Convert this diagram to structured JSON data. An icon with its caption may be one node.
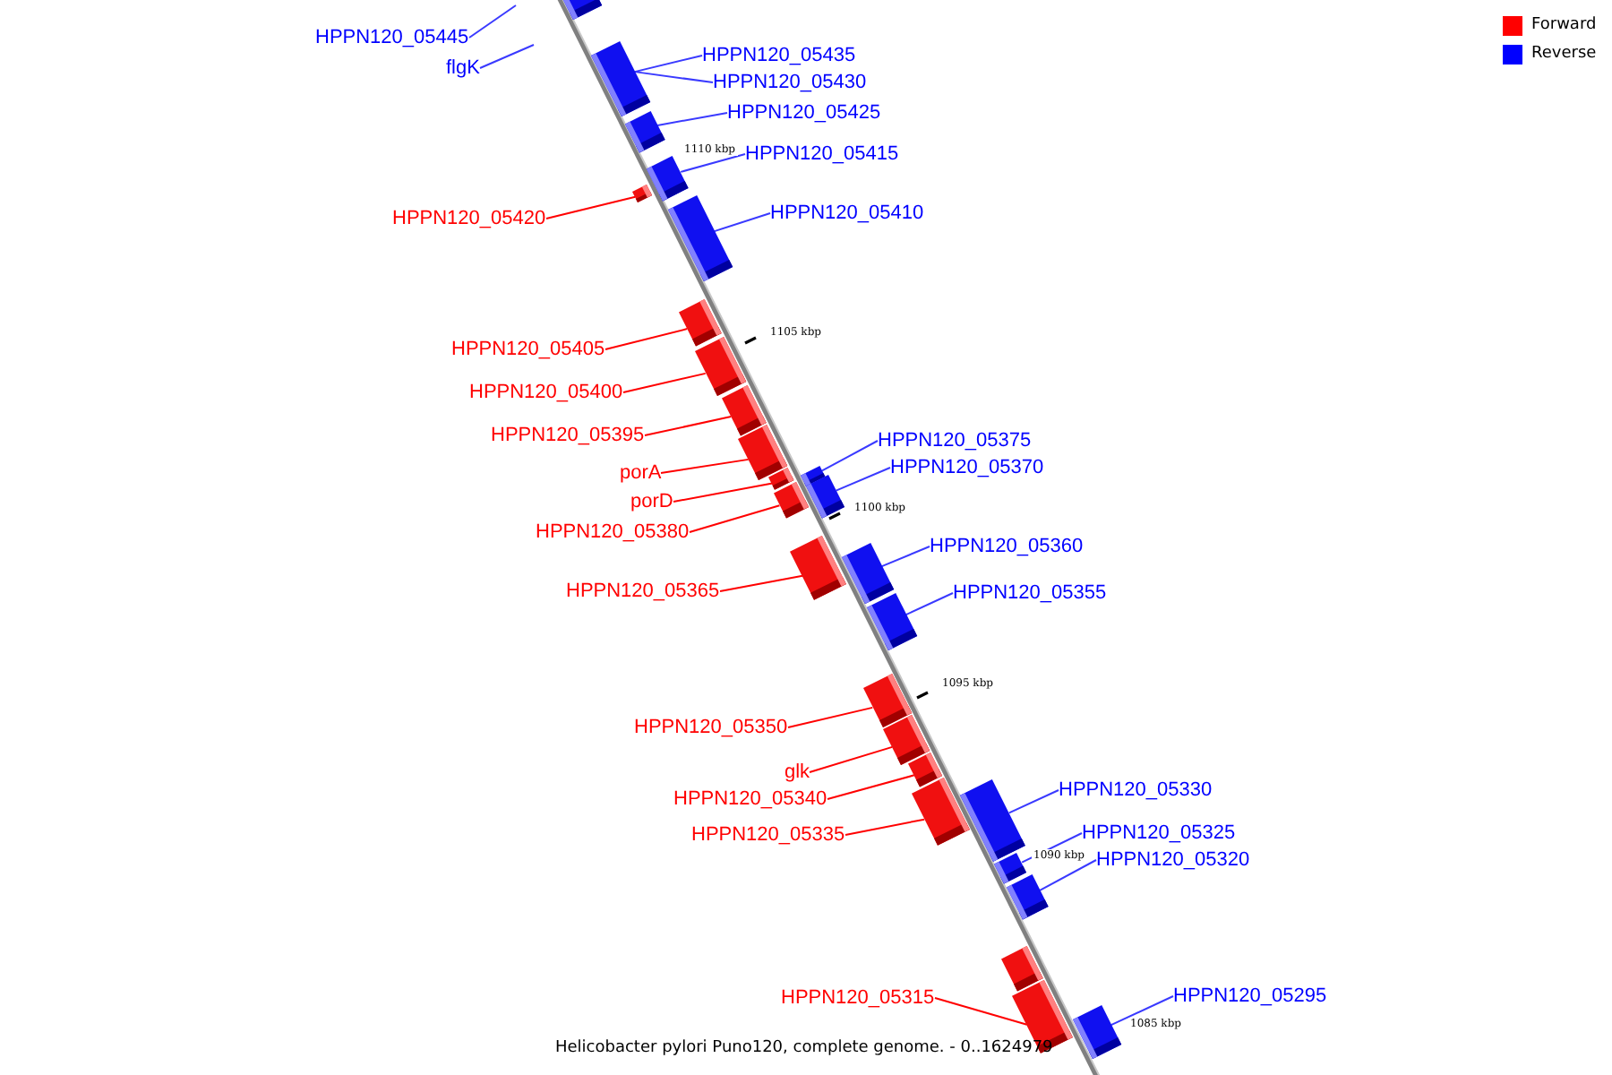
{
  "diagram": {
    "caption": "Helicobacter pylori Puno120, complete genome. - 0..1624979",
    "nodes": [
      {
        "text": [
          "HPPN120_05445"
        ]
      },
      {
        "text": [
          "flgK"
        ]
      },
      {
        "text": [
          "HPPN120_05435"
        ]
      },
      {
        "text": [
          "HPPN120_05430"
        ]
      },
      {
        "text": [
          "HPPN120_05425"
        ]
      },
      {
        "text": [
          "HPPN120_05415"
        ]
      },
      {
        "text": [
          "HPPN120_05420"
        ]
      },
      {
        "text": [
          "HPPN120_05410"
        ]
      },
      {
        "text": [
          "HPPN120_05405"
        ]
      },
      {
        "text": [
          "HPPN120_05400"
        ]
      },
      {
        "text": [
          "HPPN120_05395"
        ]
      },
      {
        "text": [
          "HPPN120_05375"
        ]
      },
      {
        "text": [
          "HPPN120_05370"
        ]
      },
      {
        "text": [
          "porA"
        ]
      },
      {
        "text": [
          "porD"
        ]
      },
      {
        "text": [
          "HPPN120_05380"
        ]
      },
      {
        "text": [
          "HPPN120_05360"
        ]
      },
      {
        "text": [
          "HPPN120_05365"
        ]
      },
      {
        "text": [
          "HPPN120_05355"
        ]
      },
      {
        "text": [
          "HPPN120_05350"
        ]
      },
      {
        "text": [
          "glk"
        ]
      },
      {
        "text": [
          "HPPN120_05330"
        ]
      },
      {
        "text": [
          "HPPN120_05340"
        ]
      },
      {
        "text": [
          "HPPN120_05335"
        ]
      },
      {
        "text": [
          "HPPN120_05325"
        ]
      },
      {
        "text": [
          "HPPN120_05320"
        ]
      },
      {
        "text": [
          "HPPN120_05295"
        ]
      },
      {
        "text": [
          "HPPN120_05315"
        ]
      },
      {
        "text": [],
        "shape": "bar"
      },
      {
        "text": [],
        "shape": "bar"
      },
      {
        "text": [],
        "shape": "bar"
      },
      {
        "text": [],
        "shape": "bar"
      },
      {
        "text": [],
        "shape": "bar"
      },
      {
        "text": [],
        "shape": "bar"
      },
      {
        "text": [],
        "shape": "bar"
      },
      {
        "text": [],
        "shape": "bar"
      },
      {
        "text": [],
        "shape": "bar"
      },
      {
        "text": [],
        "shape": "bar"
      },
      {
        "text": [],
        "shape": "bar"
      },
      {
        "text": [],
        "shape": "bar"
      },
      {
        "text": [],
        "shape": "bar"
      },
      {
        "text": [],
        "shape": "bar"
      },
      {
        "text": [],
        "shape": "bar"
      },
      {
        "text": [],
        "shape": "bar"
      },
      {
        "text": [],
        "shape": "bar"
      },
      {
        "text": [],
        "shape": "bar"
      },
      {
        "text": [],
        "shape": "bar"
      },
      {
        "text": [],
        "shape": "bar"
      },
      {
        "text": [],
        "shape": "bar"
      },
      {
        "text": [],
        "shape": "bar"
      },
      {
        "text": [],
        "shape": "bar"
      },
      {
        "text": [],
        "shape": "bar"
      },
      {
        "text": [],
        "shape": "bar"
      },
      {
        "text": [],
        "shape": "bar"
      },
      {
        "text": [],
        "shape": "bar"
      }
    ],
    "edges": [
      {
        "from": 0,
        "to": null,
        "arrow": "none"
      },
      {
        "from": 1,
        "to": null,
        "arrow": "none"
      },
      {
        "from": 2,
        "to": 29,
        "arrow": "none"
      },
      {
        "from": 3,
        "to": 29,
        "arrow": "none"
      },
      {
        "from": 4,
        "to": 30,
        "arrow": "none"
      },
      {
        "from": 5,
        "to": 31,
        "arrow": "none"
      },
      {
        "from": 6,
        "to": 32,
        "arrow": "none",
        "color": "#ff0000"
      },
      {
        "from": 7,
        "to": 33,
        "arrow": "none"
      },
      {
        "from": 8,
        "to": 34,
        "arrow": "none",
        "color": "#ff0000"
      },
      {
        "from": 9,
        "to": 35,
        "arrow": "none",
        "color": "#ff0000"
      },
      {
        "from": 10,
        "to": 36,
        "arrow": "none",
        "color": "#ff0000"
      },
      {
        "from": 11,
        "to": 39,
        "arrow": "none"
      },
      {
        "from": 12,
        "to": 41,
        "arrow": "none"
      },
      {
        "from": 13,
        "to": 37,
        "arrow": "none",
        "color": "#ff0000"
      },
      {
        "from": 14,
        "to": 38,
        "arrow": "none",
        "color": "#ff0000"
      },
      {
        "from": 15,
        "to": 40,
        "arrow": "none",
        "color": "#ff0000"
      },
      {
        "from": 16,
        "to": 43,
        "arrow": "none"
      },
      {
        "from": 17,
        "to": 42,
        "arrow": "none",
        "color": "#ff0000"
      },
      {
        "from": 18,
        "to": 44,
        "arrow": "none"
      },
      {
        "from": 19,
        "to": 45,
        "arrow": "none",
        "color": "#ff0000"
      },
      {
        "from": 20,
        "to": 46,
        "arrow": "none",
        "color": "#ff0000"
      },
      {
        "from": 21,
        "to": 49,
        "arrow": "none"
      },
      {
        "from": 22,
        "to": 47,
        "arrow": "none",
        "color": "#ff0000"
      },
      {
        "from": 23,
        "to": 48,
        "arrow": "none",
        "color": "#ff0000"
      },
      {
        "from": 24,
        "to": 50,
        "arrow": "none"
      },
      {
        "from": 25,
        "to": 51,
        "arrow": "none"
      },
      {
        "from": 26,
        "to": 54,
        "arrow": "none"
      },
      {
        "from": 27,
        "to": 53,
        "arrow": "none",
        "color": "#ff0000"
      }
    ],
    "labels": [
      "1110 kbp",
      "1105 kbp",
      "1100 kbp",
      "1095 kbp",
      "1090 kbp",
      "1085 kbp"
    ],
    "legend": [
      {
        "text": "Forward",
        "color": "#ff0000"
      },
      {
        "text": "Reverse",
        "color": "#0000ff"
      }
    ]
  }
}
